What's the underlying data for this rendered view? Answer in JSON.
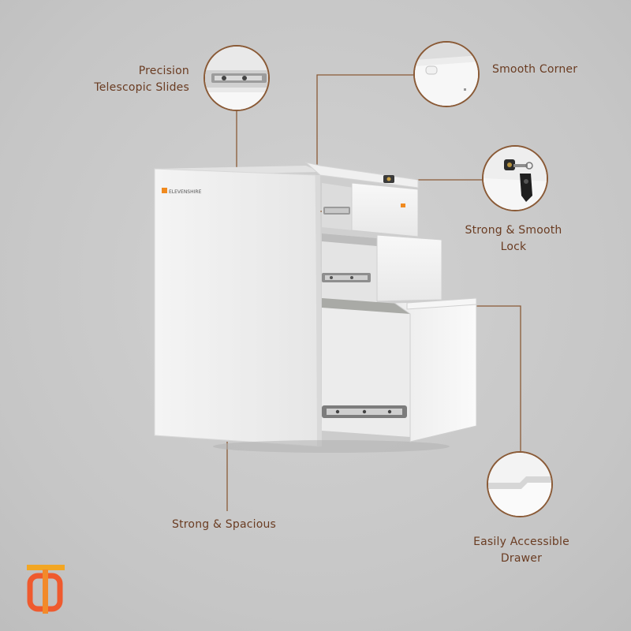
{
  "callouts": {
    "slides": "Precision\nTelescopic Slides",
    "corner": "Smooth Corner",
    "lock": "Strong & Smooth\nLock",
    "spacious": "Strong & Spacious",
    "drawer": "Easily Accessible\nDrawer"
  },
  "brand": {
    "cabinet_mark": "ELEVENSHIRE",
    "accent_color": "#f08a1f",
    "line_color": "#8a5a36",
    "text_color": "#6a3c22"
  }
}
